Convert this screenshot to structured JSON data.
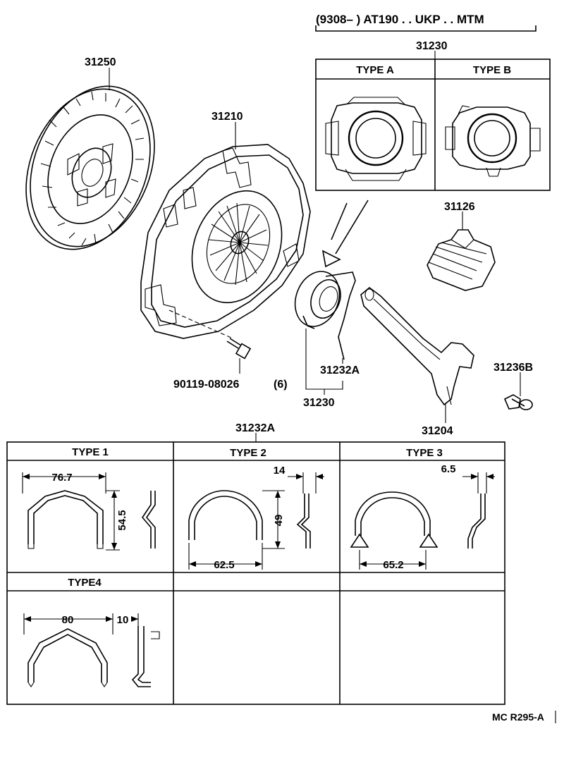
{
  "header": {
    "applicability": "(9308–        ) AT190 . . UKP . . MTM"
  },
  "callouts": {
    "clutch_disc": "31250",
    "clutch_cover": "31210",
    "bearing_assy_top": "31230",
    "boot": "31126",
    "bolt": "90119-08026",
    "bolt_qty": "(6)",
    "bearing_clip_callout": "31232A",
    "bearing_assy_bottom": "31230",
    "release_fork": "31204",
    "fork_bolt": "31236B",
    "clip_table_callout": "31232A"
  },
  "bearing_types": {
    "type_a": "TYPE A",
    "type_b": "TYPE B"
  },
  "clip_table": {
    "cells": [
      {
        "header": "TYPE 1",
        "dims": [
          "76.7",
          "54.5"
        ]
      },
      {
        "header": "TYPE 2",
        "dims": [
          "14",
          "49",
          "62.5"
        ]
      },
      {
        "header": "TYPE 3",
        "dims": [
          "6.5",
          "65.2"
        ]
      },
      {
        "header": "TYPE4",
        "dims": [
          "80",
          "10"
        ]
      }
    ]
  },
  "footer": {
    "code": "MC R295-A"
  }
}
